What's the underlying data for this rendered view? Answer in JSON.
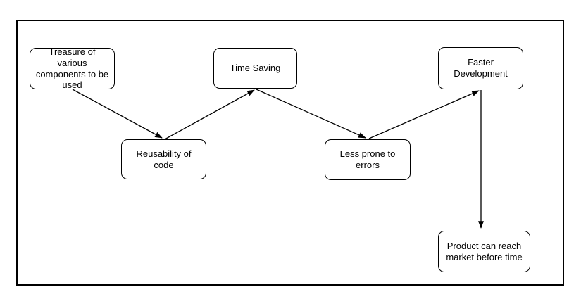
{
  "diagram": {
    "background_color": "#ffffff",
    "stroke_color": "#000000",
    "nodes": [
      {
        "id": "treasure",
        "label": "Treasure of various components to be used"
      },
      {
        "id": "reusability",
        "label": "Reusability of code"
      },
      {
        "id": "time-saving",
        "label": "Time Saving"
      },
      {
        "id": "less-errors",
        "label": "Less prone to errors"
      },
      {
        "id": "faster-dev",
        "label": "Faster Development"
      },
      {
        "id": "product",
        "label": "Product can reach market before time"
      }
    ],
    "edges": [
      {
        "from": "treasure",
        "to": "reusability"
      },
      {
        "from": "reusability",
        "to": "time-saving"
      },
      {
        "from": "time-saving",
        "to": "less-errors"
      },
      {
        "from": "less-errors",
        "to": "faster-dev"
      },
      {
        "from": "faster-dev",
        "to": "product"
      }
    ]
  }
}
